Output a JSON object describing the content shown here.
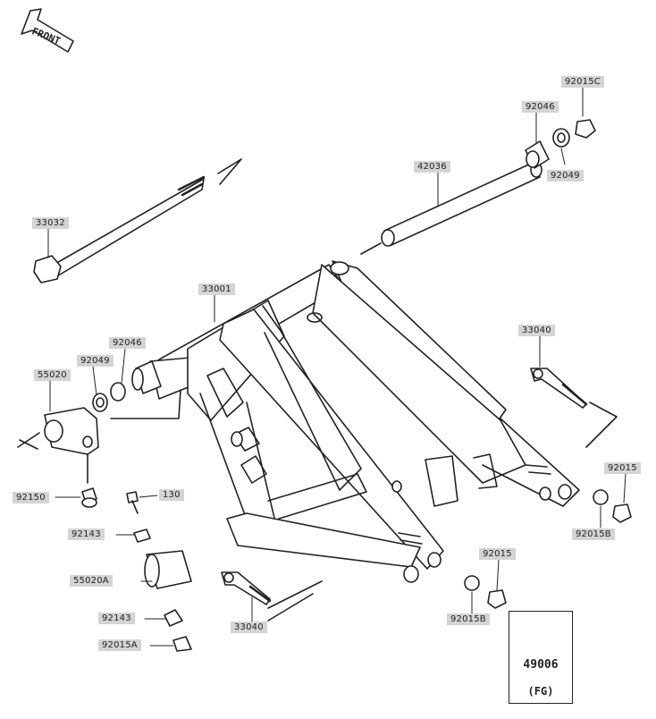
{
  "front_label": "FRONT",
  "parts": {
    "p33032": "33032",
    "p42036": "42036",
    "p92046_top": "92046",
    "p92015C": "92015C",
    "p92049_top": "92049",
    "p33001": "33001",
    "p92046_left": "92046",
    "p92049_left": "92049",
    "p55020": "55020",
    "p92150": "92150",
    "p130": "130",
    "p92143_a": "92143",
    "p55020A": "55020A",
    "p92143_b": "92143",
    "p92015A": "92015A",
    "p33040_right": "33040",
    "p92015_right": "92015",
    "p92015B_right": "92015B",
    "p92015_center": "92015",
    "p92015B_center": "92015B",
    "p33040_bottom": "33040"
  },
  "inset": {
    "code": "49006",
    "variant": "(FG)"
  },
  "colors": {
    "line": "#222222",
    "label_bg": "#d4d4d4",
    "background": "#ffffff"
  }
}
